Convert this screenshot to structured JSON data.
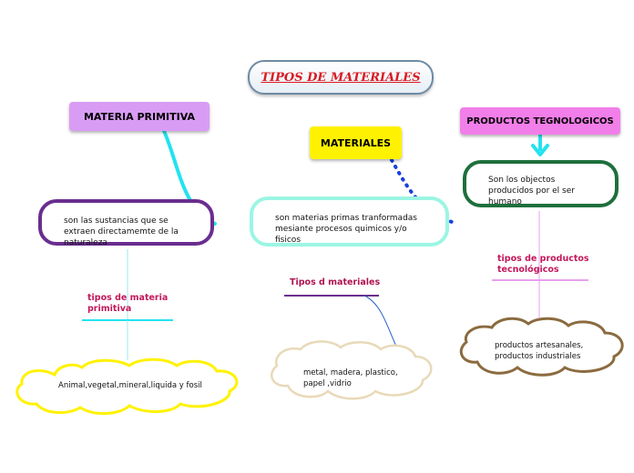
{
  "title": "TIPOS DE MATERIALES",
  "branches": {
    "left": {
      "heading": "MATERIA PRIMITIVA",
      "description": "son las sustancias que se extraen directamemte de la naturaleza",
      "subtopic": "tipos de materia primitiva",
      "examples": "Animal,vegetal,mineral,liquida y fosil"
    },
    "center": {
      "heading": "MATERIALES",
      "description": "son materias primas tranformadas mesiante procesos quimicos y/o fisicos",
      "subtopic": "Tipos d materiales",
      "examples": "metal, madera, plastico, papel ,vidrio"
    },
    "right": {
      "heading": "PRODUCTOS TEGNOLOGICOS",
      "description": "Son los objectos producidos por el ser humano",
      "subtopic": "tipos de productos tecnológicos",
      "examples": "productos artesanales, productos industriales"
    }
  },
  "colors": {
    "title_text": "#d81b22",
    "left_heading": "#d99cf5",
    "center_heading": "#fff200",
    "right_heading": "#f27ee9",
    "left_box_border": "#6a2e8f",
    "center_box_border": "#9cf5e4",
    "right_box_border": "#1e6f3c",
    "left_cloud": "#fff200",
    "center_cloud": "#e8d9b8",
    "right_cloud": "#8b6b3f",
    "connector_cyan": "#22e3ef",
    "connector_blue": "#1a3fe0"
  }
}
